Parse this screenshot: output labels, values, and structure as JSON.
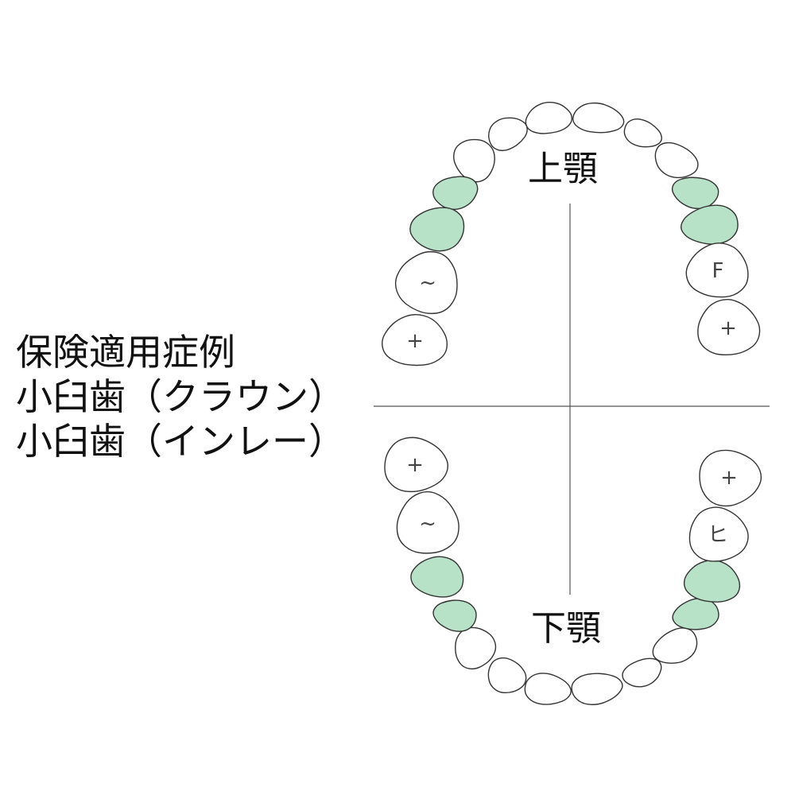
{
  "caption": {
    "line1": "保険適用症例",
    "line2": "小臼歯（クラウン）",
    "line3": "小臼歯（インレー）"
  },
  "jaws": {
    "upper_label": "上顎",
    "lower_label": "下顎"
  },
  "colors": {
    "treated_fill": "#b8e2c8",
    "tooth_fill": "#ffffff",
    "outline": "#333333",
    "axis": "#555555"
  },
  "teeth": [
    {
      "id": "upper-right-1",
      "treated": false,
      "mark": ""
    },
    {
      "id": "upper-right-2",
      "treated": false,
      "mark": ""
    },
    {
      "id": "upper-right-3",
      "treated": false,
      "mark": ""
    },
    {
      "id": "upper-right-4",
      "treated": true,
      "mark": ""
    },
    {
      "id": "upper-right-5",
      "treated": true,
      "mark": ""
    },
    {
      "id": "upper-right-6",
      "treated": false,
      "mark": "~"
    },
    {
      "id": "upper-right-7",
      "treated": false,
      "mark": "+"
    },
    {
      "id": "upper-left-1",
      "treated": false,
      "mark": ""
    },
    {
      "id": "upper-left-2",
      "treated": false,
      "mark": ""
    },
    {
      "id": "upper-left-3",
      "treated": false,
      "mark": ""
    },
    {
      "id": "upper-left-4",
      "treated": true,
      "mark": ""
    },
    {
      "id": "upper-left-5",
      "treated": true,
      "mark": ""
    },
    {
      "id": "upper-left-6",
      "treated": false,
      "mark": "F"
    },
    {
      "id": "upper-left-7",
      "treated": false,
      "mark": "+"
    },
    {
      "id": "lower-right-1",
      "treated": false,
      "mark": ""
    },
    {
      "id": "lower-right-2",
      "treated": false,
      "mark": ""
    },
    {
      "id": "lower-right-3",
      "treated": false,
      "mark": ""
    },
    {
      "id": "lower-right-4",
      "treated": true,
      "mark": ""
    },
    {
      "id": "lower-right-5",
      "treated": true,
      "mark": ""
    },
    {
      "id": "lower-right-6",
      "treated": false,
      "mark": "~"
    },
    {
      "id": "lower-right-7",
      "treated": false,
      "mark": "+"
    },
    {
      "id": "lower-left-1",
      "treated": false,
      "mark": ""
    },
    {
      "id": "lower-left-2",
      "treated": false,
      "mark": ""
    },
    {
      "id": "lower-left-3",
      "treated": false,
      "mark": ""
    },
    {
      "id": "lower-left-4",
      "treated": true,
      "mark": ""
    },
    {
      "id": "lower-left-5",
      "treated": true,
      "mark": ""
    },
    {
      "id": "lower-left-6",
      "treated": false,
      "mark": "ヒ"
    },
    {
      "id": "lower-left-7",
      "treated": false,
      "mark": "+"
    }
  ]
}
